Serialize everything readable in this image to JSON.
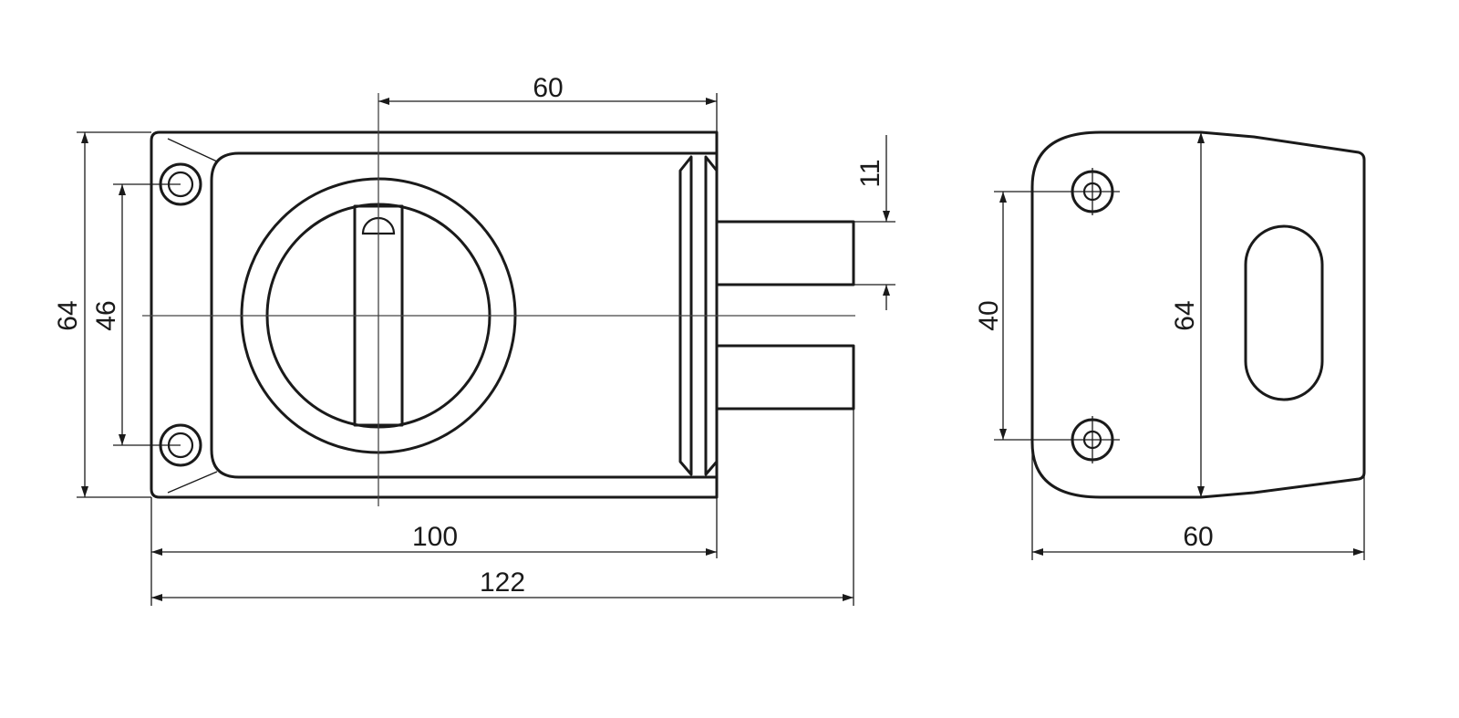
{
  "colors": {
    "line": "#1a1a1a",
    "background": "#ffffff"
  },
  "front_view": {
    "dimensions": {
      "top_width": "60",
      "overall_height": "64",
      "hole_spacing": "46",
      "bolt_height": "11",
      "body_width": "100",
      "overall_width": "122"
    }
  },
  "side_view": {
    "dimensions": {
      "hole_spacing": "40",
      "height": "64",
      "width": "60"
    }
  }
}
